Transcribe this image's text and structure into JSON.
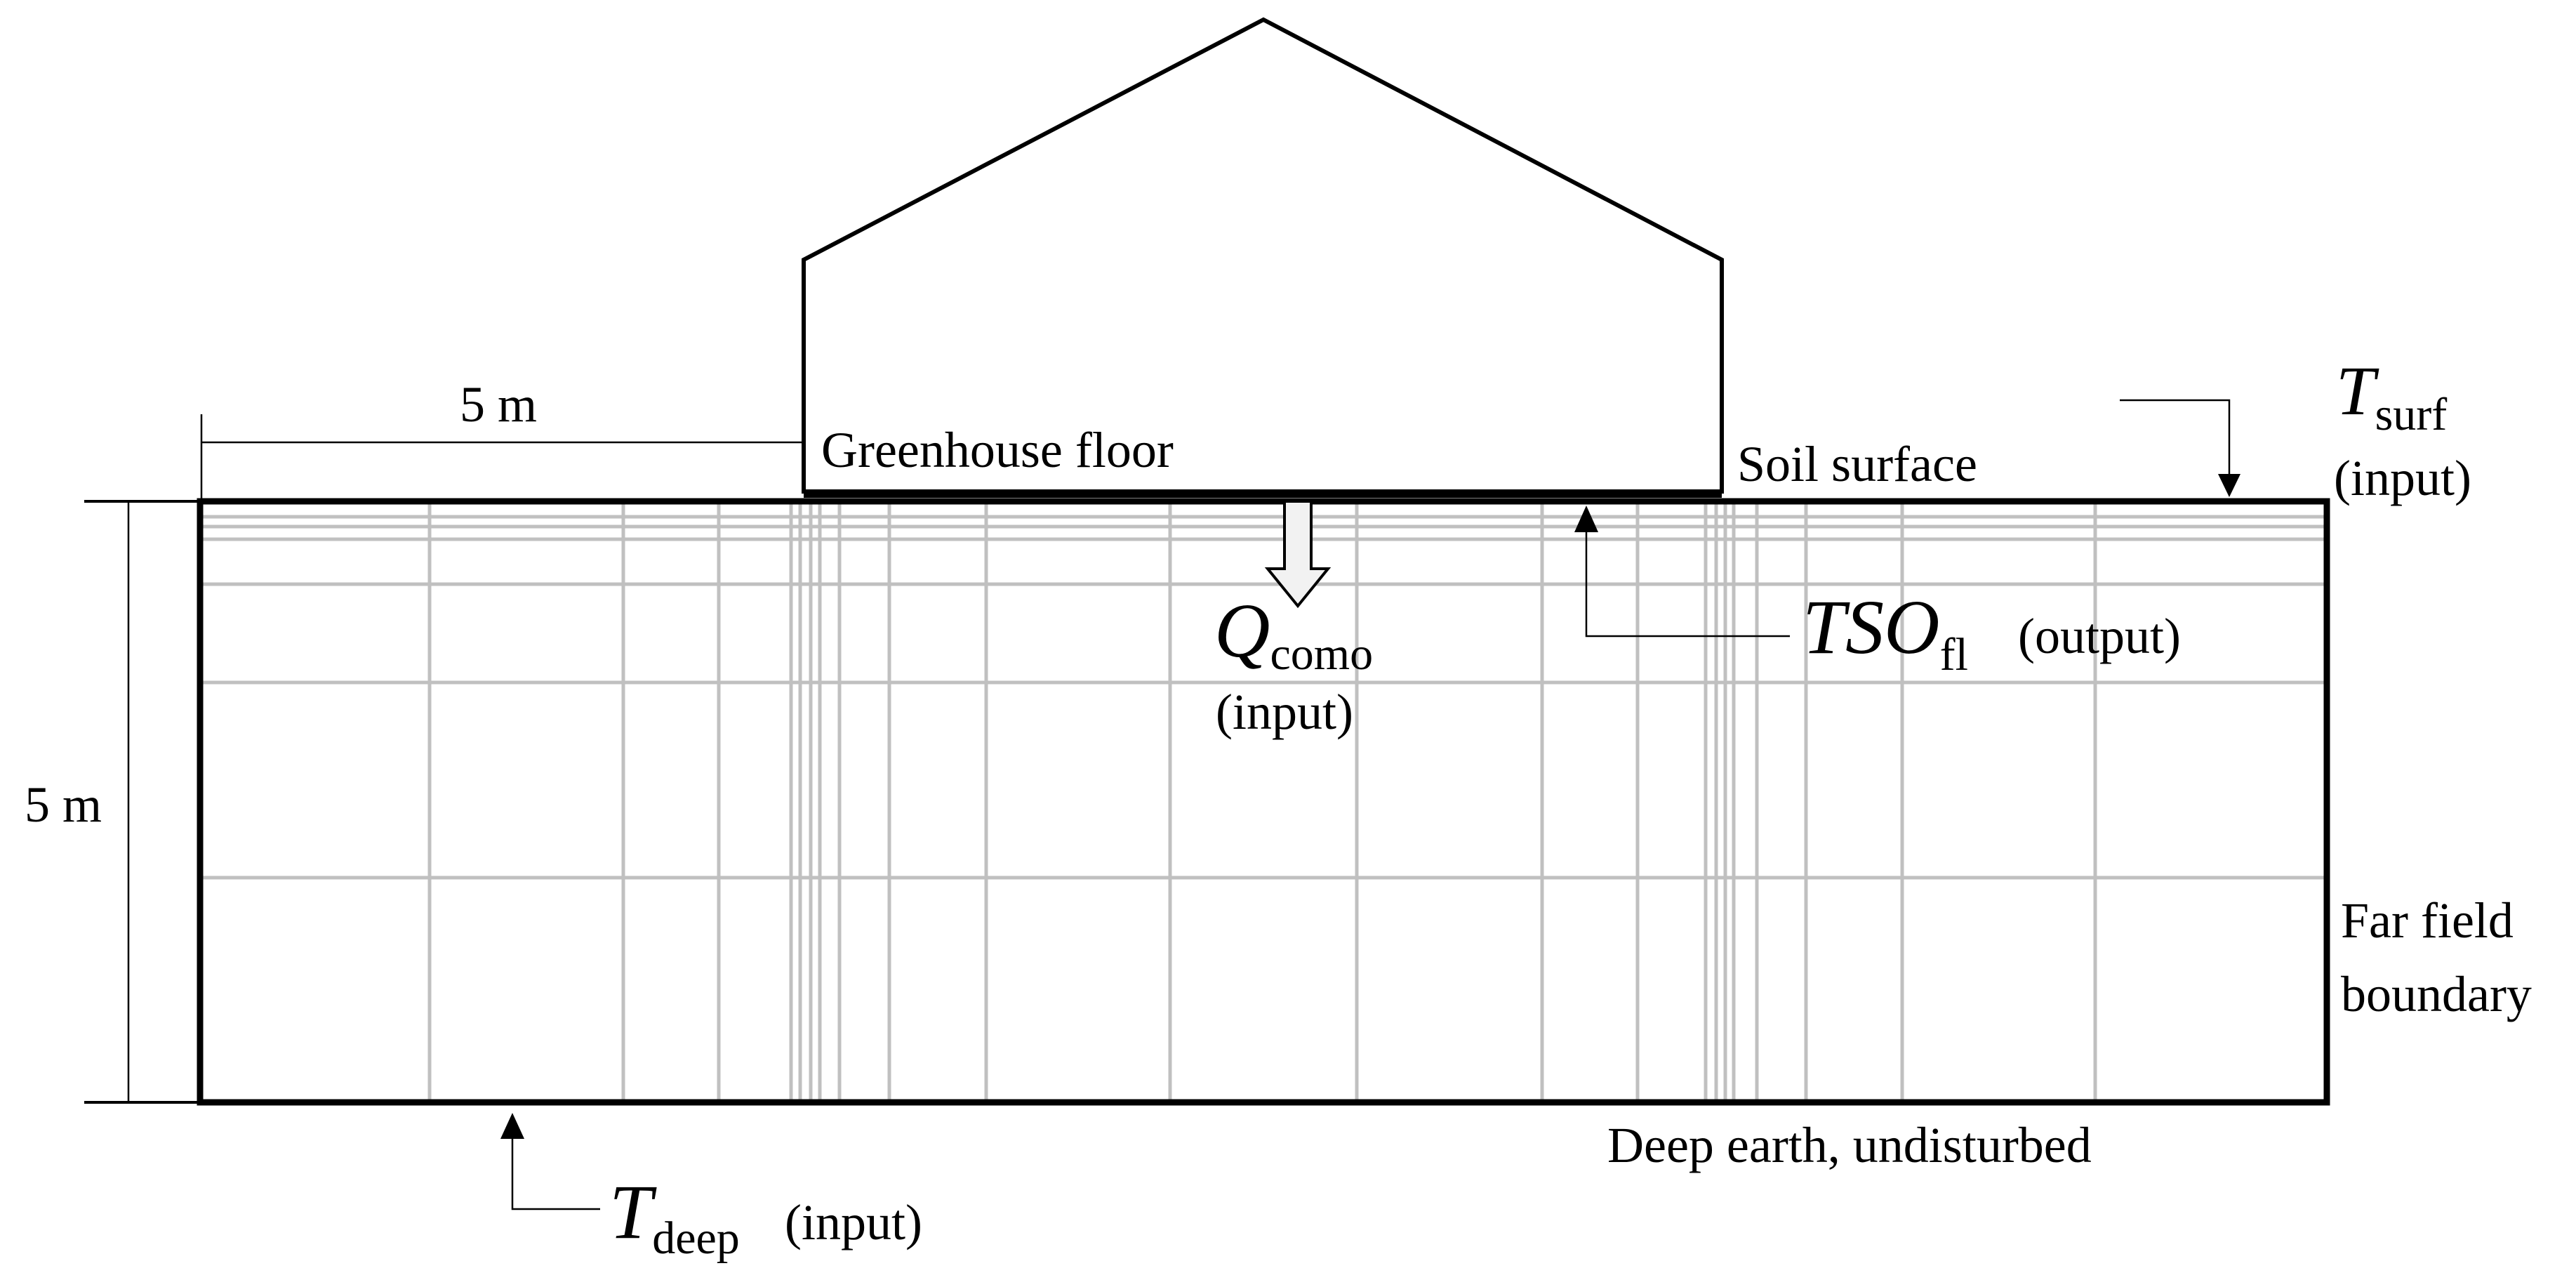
{
  "labels": {
    "width_dim": "5 m",
    "depth_dim": "5 m",
    "greenhouse_floor": "Greenhouse floor",
    "soil_surface": "Soil surface",
    "far_field_line1": "Far field",
    "far_field_line2": "boundary",
    "deep_earth": "Deep earth, undisturbed"
  },
  "variables": {
    "t_surf": {
      "symbol": "T",
      "subscript": "surf",
      "role": "(input)"
    },
    "q_como": {
      "symbol": "Q",
      "subscript": "como",
      "role": "(input)"
    },
    "tso_fl": {
      "symbol": "TSO",
      "subscript": "fl",
      "role": "(output)"
    },
    "t_deep": {
      "symbol": "T",
      "subscript": "deep",
      "role": "(input)"
    }
  },
  "colors": {
    "outline": "#000000",
    "grid": "#c0c0c0",
    "arrow_fill": "#f2f2f2"
  }
}
